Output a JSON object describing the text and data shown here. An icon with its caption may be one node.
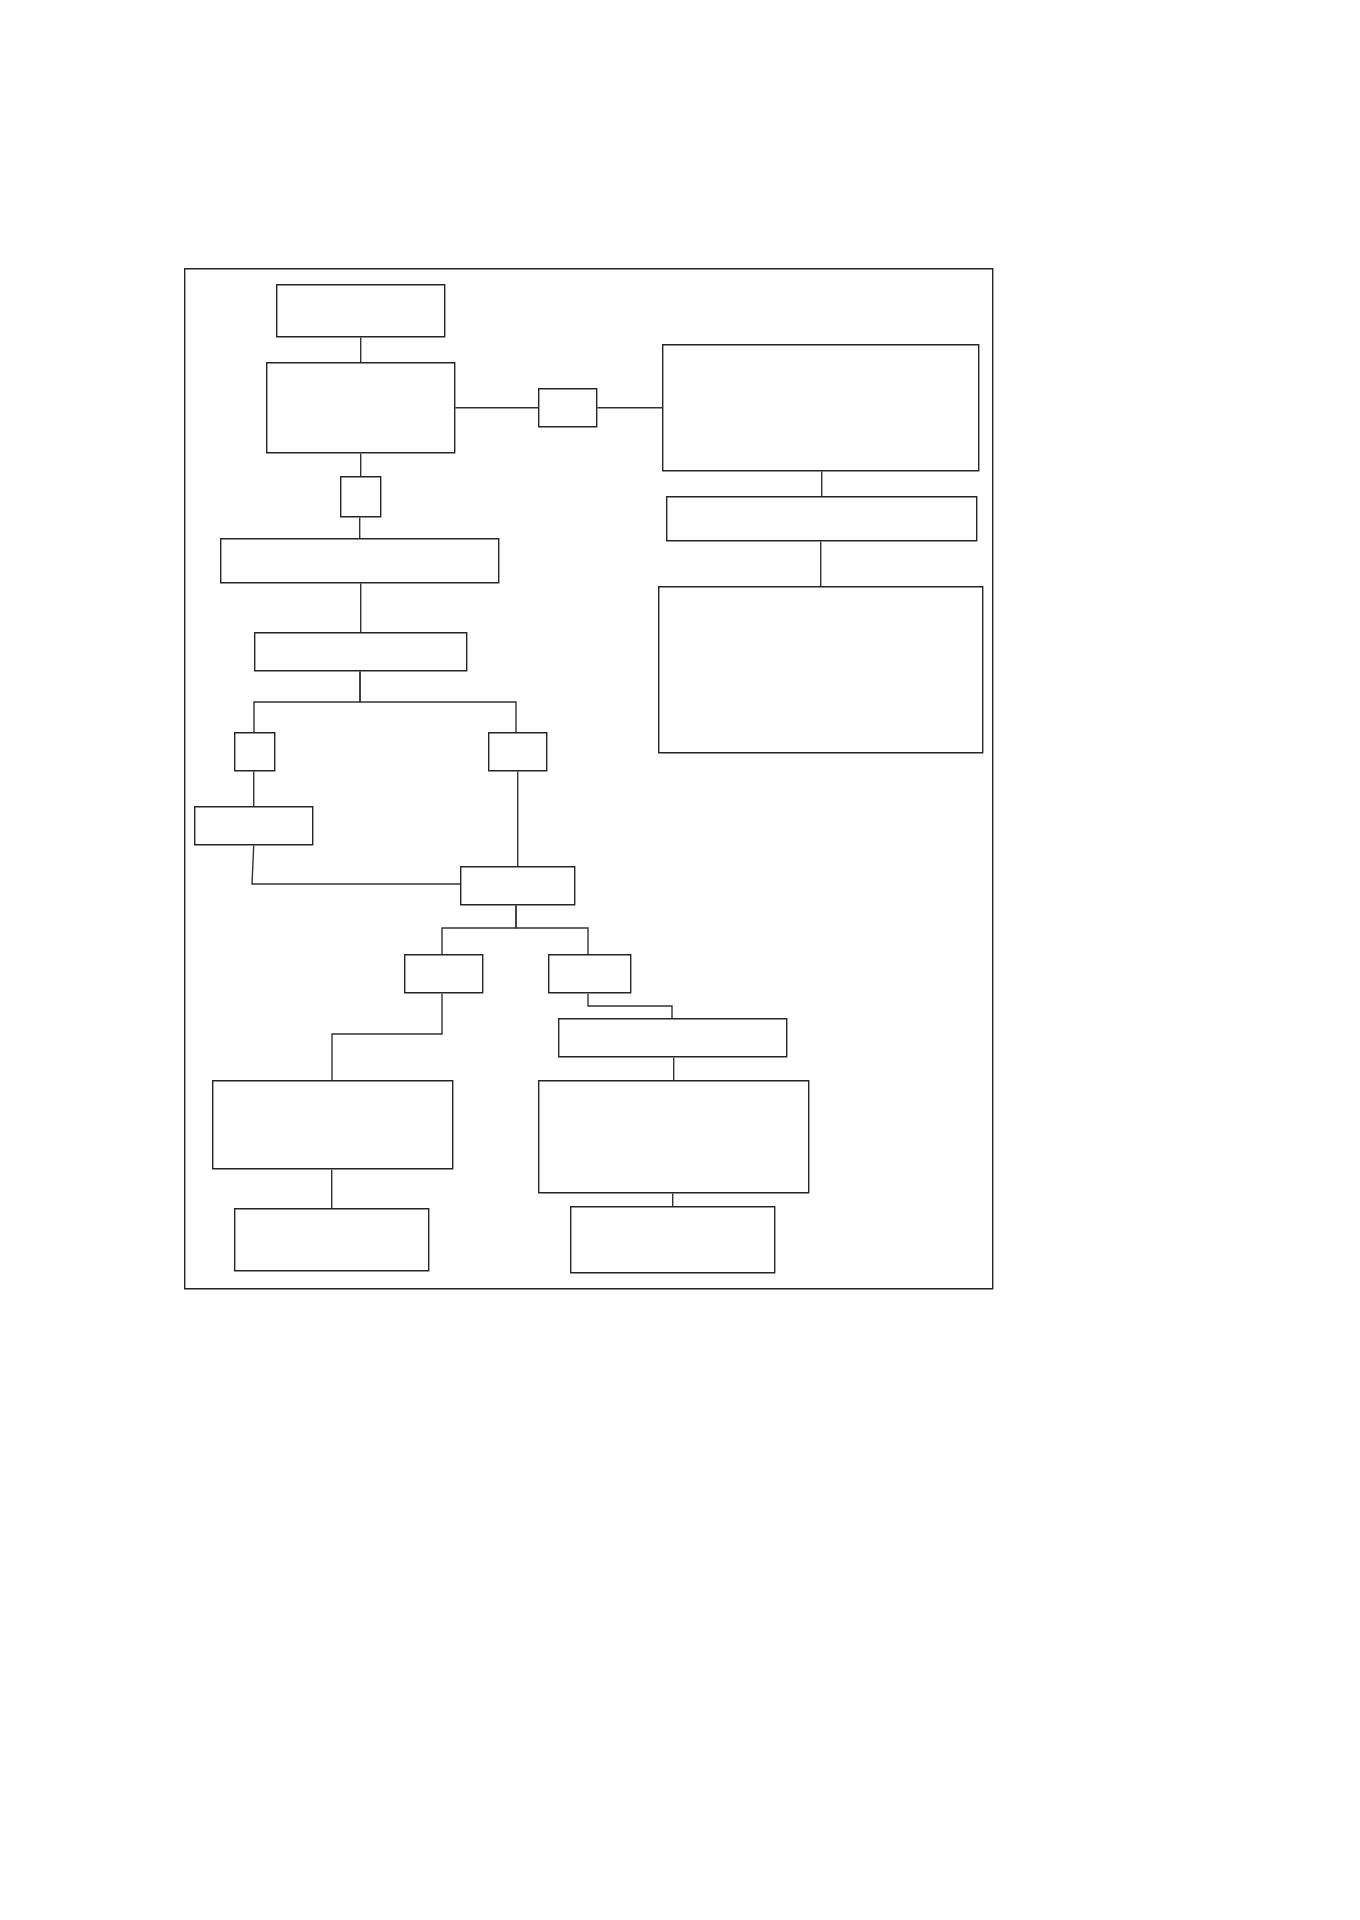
{
  "diagram": {
    "nodes": [
      {
        "text": [],
        "shape": "box"
      },
      {
        "text": [],
        "shape": "box",
        "in": 0
      },
      {
        "text": [],
        "shape": "box",
        "in": 0
      },
      {
        "text": [],
        "shape": "box",
        "in": 0
      },
      {
        "text": [],
        "shape": "box",
        "in": 0
      },
      {
        "text": [],
        "shape": "box",
        "in": 0
      },
      {
        "text": [],
        "shape": "box",
        "in": 0
      },
      {
        "text": [],
        "shape": "box",
        "in": 0
      },
      {
        "text": [],
        "shape": "box",
        "in": 0
      },
      {
        "text": [],
        "shape": "box",
        "in": 0
      },
      {
        "text": [],
        "shape": "box",
        "in": 0
      },
      {
        "text": [],
        "shape": "box",
        "in": 0
      },
      {
        "text": [],
        "shape": "box",
        "in": 0
      },
      {
        "text": [],
        "shape": "box",
        "in": 0
      },
      {
        "text": [],
        "shape": "box",
        "in": 0
      },
      {
        "text": [],
        "shape": "box",
        "in": 0
      },
      {
        "text": [],
        "shape": "box",
        "in": 0
      },
      {
        "text": [],
        "shape": "box",
        "in": 0
      },
      {
        "text": [],
        "shape": "box",
        "in": 0
      },
      {
        "text": [],
        "shape": "box",
        "in": 0
      },
      {
        "text": [],
        "shape": "box",
        "in": 0
      }
    ],
    "edges": [
      {
        "from": 1,
        "to": 2,
        "arrow": "none"
      },
      {
        "from": 2,
        "to": 3,
        "arrow": "none"
      },
      {
        "from": 3,
        "to": 4,
        "arrow": "none"
      },
      {
        "from": 2,
        "to": 5,
        "arrow": "none"
      },
      {
        "from": 4,
        "to": 6,
        "arrow": "none"
      },
      {
        "from": 5,
        "to": 7,
        "arrow": "none"
      },
      {
        "from": 6,
        "to": 8,
        "arrow": "none"
      },
      {
        "from": 7,
        "to": 9,
        "arrow": "none"
      },
      {
        "from": 9,
        "to": 10,
        "arrow": "none"
      },
      {
        "from": 9,
        "to": 11,
        "arrow": "none"
      },
      {
        "from": 10,
        "to": 12,
        "arrow": "none"
      },
      {
        "from": 11,
        "to": 13,
        "arrow": "none"
      },
      {
        "from": 12,
        "to": 13,
        "arrow": "none"
      },
      {
        "from": 13,
        "to": 14,
        "arrow": "none"
      },
      {
        "from": 13,
        "to": 15,
        "arrow": "none"
      },
      {
        "from": 14,
        "to": 17,
        "arrow": "none"
      },
      {
        "from": 15,
        "to": 16,
        "arrow": "none"
      },
      {
        "from": 16,
        "to": 18,
        "arrow": "none"
      },
      {
        "from": 17,
        "to": 19,
        "arrow": "none"
      },
      {
        "from": 18,
        "to": 20,
        "arrow": "none"
      }
    ]
  }
}
